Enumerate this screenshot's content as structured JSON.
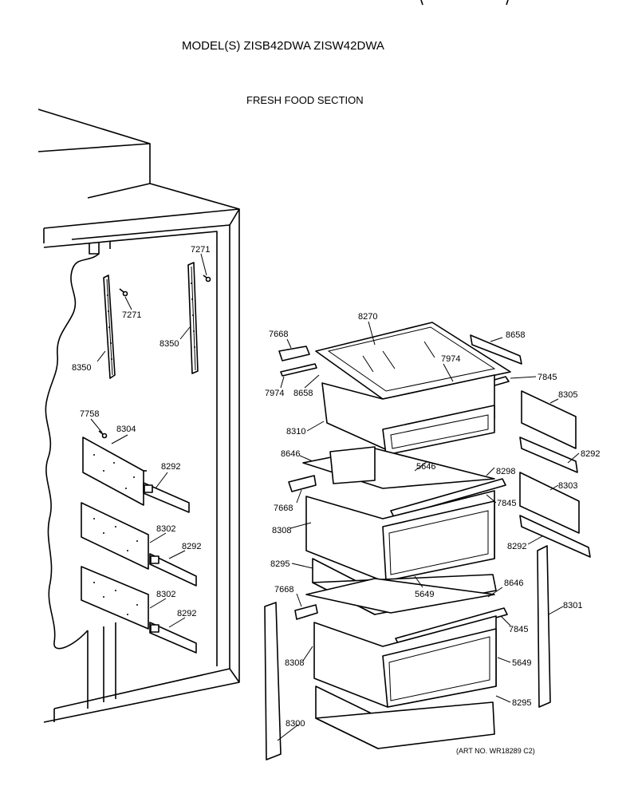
{
  "header": {
    "model_line": "MODEL(S) ZISB42DWA  ZISW42DWA",
    "section_title": "FRESH FOOD SECTION",
    "art_number": "(ART NO. WR18289 C2)"
  },
  "part_numbers": [
    "7271",
    "7271",
    "8350",
    "8350",
    "7758",
    "8304",
    "8292",
    "8302",
    "8292",
    "8302",
    "8292",
    "8270",
    "7668",
    "8658",
    "7974",
    "7974",
    "8658",
    "7845",
    "8305",
    "8310",
    "8646",
    "5646",
    "8298",
    "8292",
    "7668",
    "7845",
    "8303",
    "8308",
    "8292",
    "8295",
    "5649",
    "8646",
    "7668",
    "8301",
    "7845",
    "8308",
    "5649",
    "8295",
    "8300"
  ]
}
